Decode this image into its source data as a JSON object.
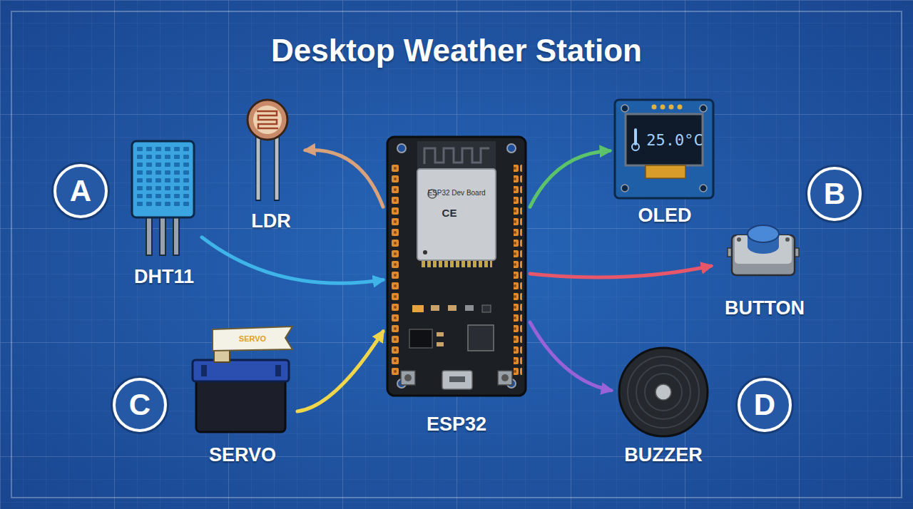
{
  "diagram": {
    "title": "Desktop Weather Station",
    "nodes": [
      {
        "text": [
          "A"
        ]
      },
      {
        "text": [
          "DHT11"
        ]
      },
      {
        "text": [
          "LDR"
        ]
      },
      {
        "text": [
          "ESP32 Dev Board",
          "ESP32"
        ]
      },
      {
        "text": [
          "25.0°C",
          "OLED"
        ]
      },
      {
        "text": [
          "B"
        ]
      },
      {
        "text": [
          "BUTTON"
        ]
      },
      {
        "text": [
          "C"
        ]
      },
      {
        "text": [
          "SERVO",
          "SERVO"
        ]
      },
      {
        "text": [
          "BUZZER"
        ]
      },
      {
        "text": [
          "D"
        ]
      }
    ],
    "edges": [
      {
        "from": 1,
        "to": 3,
        "arrow": "to"
      },
      {
        "from": 3,
        "to": 2,
        "arrow": "to"
      },
      {
        "from": 3,
        "to": 4,
        "arrow": "to"
      },
      {
        "from": 3,
        "to": 6,
        "arrow": "to"
      },
      {
        "from": 3,
        "to": 9,
        "arrow": "to"
      },
      {
        "from": 8,
        "to": 3,
        "arrow": "to"
      }
    ],
    "labels": [
      "CE"
    ]
  }
}
